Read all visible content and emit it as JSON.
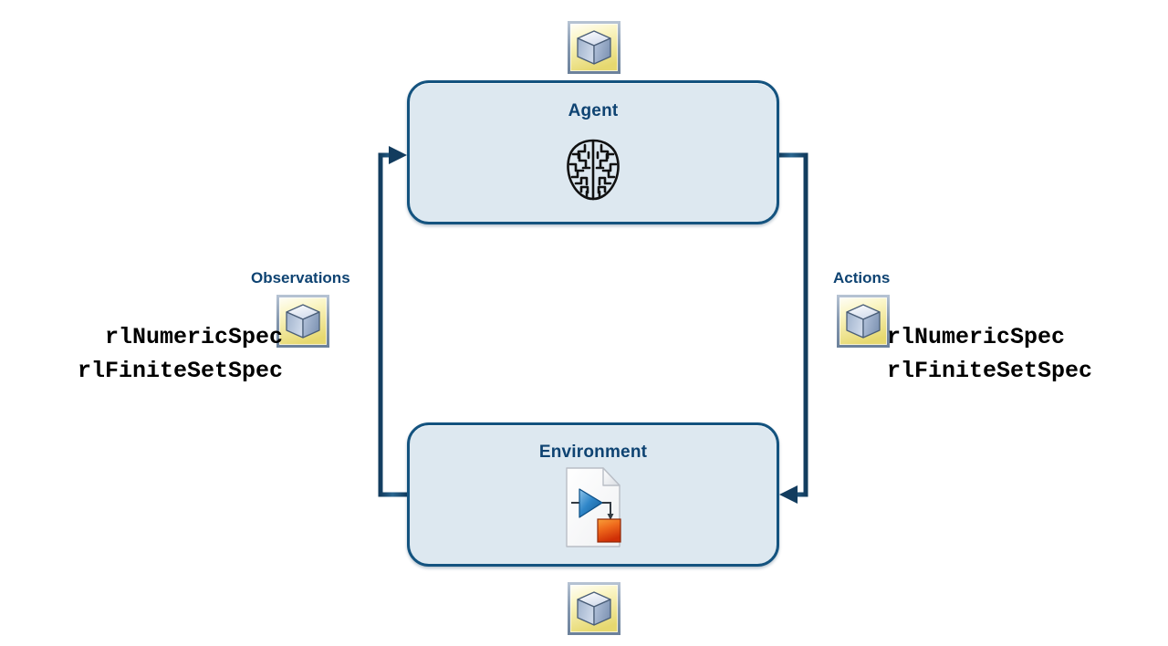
{
  "diagram": {
    "title": "Reinforcement Learning agent-environment loop",
    "colors": {
      "box_fill": "#dde8f0",
      "box_border": "#14537f",
      "title_text": "#0e4372",
      "wire": "#1a4a70",
      "cube_bg_light": "#fdfbe0",
      "cube_bg_dark": "#e4d87a",
      "cube_frame": "#8fa3bc",
      "cube_face_light": "#eaf0f8",
      "cube_face_mid": "#b9c8dd",
      "cube_face_dark": "#8fa5c4",
      "simulink_triangle": "#2f86c8",
      "simulink_square": "#e04a14"
    },
    "nodes": [
      {
        "id": "agent",
        "label": "Agent",
        "icon": "brain-icon"
      },
      {
        "id": "environment",
        "label": "Environment",
        "icon": "simulink-model-file-icon"
      }
    ],
    "signals": [
      {
        "id": "observations",
        "label": "Observations",
        "icon": "object-cube-icon",
        "direction": "environment-to-agent",
        "specs": [
          "rlNumericSpec",
          "rlFiniteSetSpec"
        ]
      },
      {
        "id": "actions",
        "label": "Actions",
        "icon": "object-cube-icon",
        "direction": "agent-to-environment",
        "specs": [
          "rlNumericSpec",
          "rlFiniteSetSpec"
        ]
      }
    ],
    "decorative_icons": [
      {
        "id": "cube-top",
        "icon": "object-cube-icon"
      },
      {
        "id": "cube-bottom",
        "icon": "object-cube-icon"
      }
    ]
  }
}
